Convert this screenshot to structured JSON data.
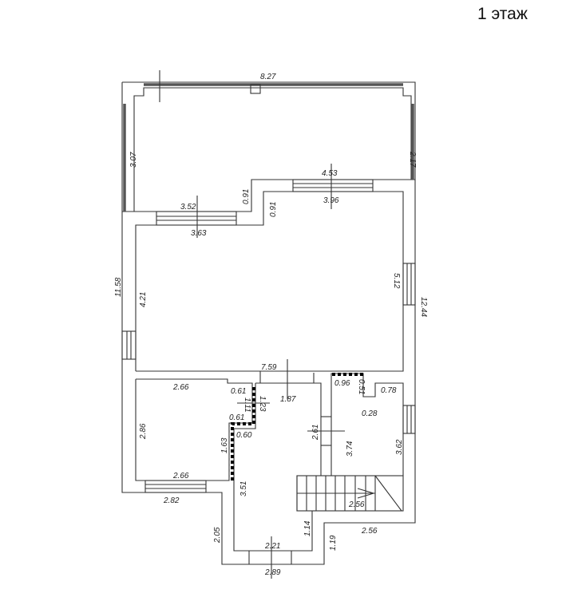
{
  "title": "1 этаж",
  "dims": {
    "terrace_width": "8.27",
    "terrace_left": "3.07",
    "terrace_right": "2.17",
    "window_top_right_outer": "4.53",
    "window_top_right_inner": "3.96",
    "window_top_left_outer": "3.52",
    "window_top_left_inner": "3.63",
    "step_outer": "0.91",
    "step_inner": "0.91",
    "overall_left": "11.58",
    "overall_right": "12.44",
    "living_left": "4.21",
    "living_right": "5.12",
    "living_width": "7.59",
    "room_left_top": "2.66",
    "room_left_side": "2.86",
    "room_left_bottom": "2.66",
    "outer_left_bottom": "2.82",
    "niche_top": "0.61",
    "niche_mid": "0.61",
    "niche_side": "1.11",
    "niche_depth": "1.23",
    "niche_bottom": "0.60",
    "partition": "1.63",
    "hall_width": "1.87",
    "hall_side": "2.61",
    "room_right_top": "0.96",
    "room_right_notch": "0.51",
    "room_right_notch_w": "0.78",
    "room_right_inner": "0.28",
    "room_right_left": "3.74",
    "room_right_right": "3.62",
    "stairs_width": "2.56",
    "outer_right_bottom": "2.56",
    "corridor_left": "3.51",
    "corridor_right": "1.14",
    "outer_step": "1.19",
    "outer_left_step": "2.05",
    "entrance_inner": "2.21",
    "entrance_outer": "2.89"
  }
}
